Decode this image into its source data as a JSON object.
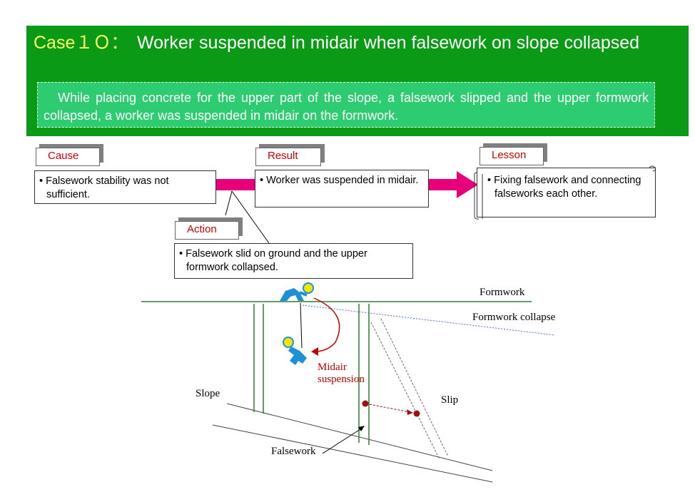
{
  "header": {
    "case_label": "Case１Ｏ：",
    "title": "Worker suspended in midair when falsework on slope collapsed",
    "summary": "While placing concrete for the upper part of the slope, a falsework slipped and the upper formwork collapsed, a worker was suspended in midair on the formwork."
  },
  "flow": {
    "cause": {
      "label": "Cause",
      "text": "• Falsework stability was not sufficient."
    },
    "result": {
      "label": "Result",
      "text": "• Worker was suspended in midair."
    },
    "lesson": {
      "label": "Lesson",
      "text": "• Fixing falsework and connecting falseworks each other."
    },
    "action": {
      "label": "Action",
      "text": "• Falsework slid on ground and the upper formwork collapsed."
    }
  },
  "diagram": {
    "labels": {
      "formwork": "Formwork",
      "formwork_collapse": "Formwork collapse",
      "midair_suspension": "Midair suspension",
      "slope": "Slope",
      "slip": "Slip",
      "falsework": "Falsework"
    },
    "colors": {
      "header_bg": "#0a9a16",
      "summary_bg": "#2ecc71",
      "arrow": "#e8007a",
      "worker": "#1e90d6",
      "helmet": "#f2e600",
      "marker": "#a01010"
    }
  }
}
